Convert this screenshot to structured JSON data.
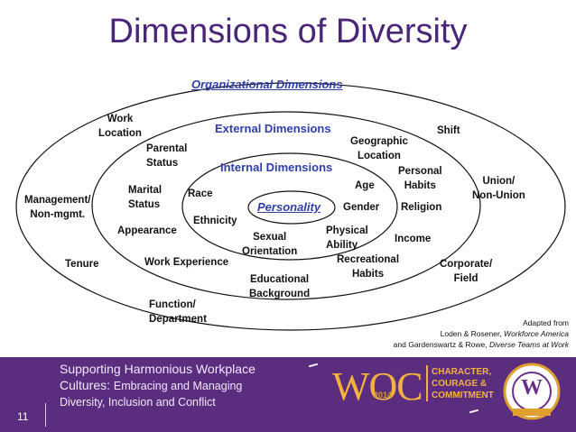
{
  "title": "Dimensions of Diversity",
  "headers": {
    "organizational": "Organizational Dimensions",
    "external": "External Dimensions",
    "internal": "Internal Dimensions",
    "personality": "Personality"
  },
  "internal_items": {
    "age": "Age",
    "gender": "Gender",
    "race": "Race",
    "ethnicity": "Ethnicity",
    "physical_ability": "Physical\nAbility",
    "sexual_orientation": "Sexual\nOrientation"
  },
  "external_items": {
    "geographic_location": "Geographic\nLocation",
    "personal_habits": "Personal\nHabits",
    "religion": "Religion",
    "income": "Income",
    "recreational_habits": "Recreational\nHabits",
    "educational_background": "Educational\nBackground",
    "work_experience": "Work Experience",
    "appearance": "Appearance",
    "marital_status": "Marital\nStatus",
    "parental_status": "Parental\nStatus"
  },
  "organizational_items": {
    "work_location": "Work\nLocation",
    "shift": "Shift",
    "union": "Union/\nNon-Union",
    "management": "Management/\nNon-mgmt.",
    "tenure": "Tenure",
    "corporate_field": "Corporate/\nField",
    "function_department": "Function/\nDepartment"
  },
  "credit": {
    "line1": "Adapted from",
    "line2_author": "Loden & Rosener, ",
    "line2_title": "Workforce America",
    "line3_author": "and Gardenswartz & Rowe, ",
    "line3_title": "Diverse Teams at Work"
  },
  "footer": {
    "line1": "Supporting Harmonious Workplace",
    "line2_prefix": "Cultures: ",
    "line2_rest": "Embracing and Managing",
    "line3": "Diversity, Inclusion and Conflict",
    "slide_number": "11",
    "logo_main": "WOC",
    "logo_year": "2014",
    "logo_tag1": "CHARACTER,",
    "logo_tag2": "COURAGE &",
    "logo_tag3": "COMMITMENT",
    "seal_letter": "W"
  },
  "colors": {
    "title": "#4b2577",
    "header_blue": "#2e3fa8",
    "footer_purple": "#5b2d7e",
    "logo_gold": "#f2b23d"
  }
}
